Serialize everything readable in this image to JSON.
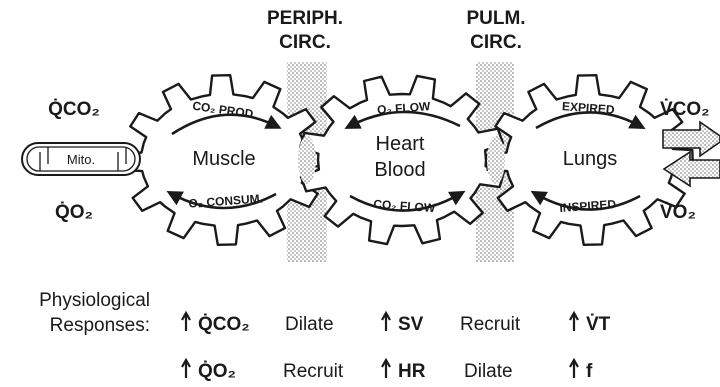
{
  "labels": {
    "periph": [
      "PERIPH.",
      "CIRC."
    ],
    "pulm": [
      "PULM.",
      "CIRC."
    ],
    "mito": "Mito.",
    "muscle": "Muscle",
    "heart": [
      "Heart",
      "Blood"
    ],
    "lungs": "Lungs",
    "qco2": "Q̇CO₂",
    "qo2": "Q̇O₂",
    "vco2": "V̇CO₂",
    "vo2": "V̇O₂",
    "co2_prod": "CO₂ PROD.",
    "o2_consum": "O₂ CONSUM.",
    "o2_flow": "O₂ FLOW",
    "co2_flow": "CO₂ FLOW",
    "expired": "EXPIRED",
    "inspired": "INSPIRED"
  },
  "responses": {
    "title": [
      "Physiological",
      "Responses:"
    ],
    "row1": [
      "Q̇CO₂",
      "Dilate",
      "SV",
      "Recruit",
      "V̇T"
    ],
    "row2": [
      "Q̇O₂",
      "Recruit",
      "HR",
      "Dilate",
      "f"
    ],
    "row1_arrows": [
      true,
      false,
      true,
      false,
      true
    ],
    "row2_arrows": [
      true,
      false,
      true,
      false,
      true
    ]
  },
  "colors": {
    "ink": "#1a1a1a",
    "stipple": "#9a9a9a"
  }
}
